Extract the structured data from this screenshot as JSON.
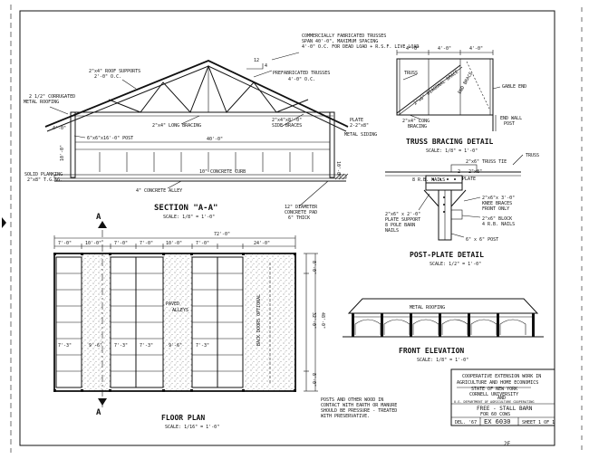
{
  "section": {
    "title": "SECTION \"A-A\"",
    "scale": "SCALE: 1/8\" = 1'-0\"",
    "notes": {
      "trusses_1": "COMMERCIALLY FABRICATED TRUSSES",
      "trusses_2": "SPAN 40'-0\", MAXIMUM SPACING",
      "trusses_3": "4'-0\" O.C. FOR DEAD LOAD + R.S.F. LIVE LOAD",
      "roof_supports_1": "2\"x4\" ROOF SUPPORTS",
      "roof_supports_2": "2'-0\" O.C.",
      "pitch_rise": "12",
      "pitch_run": "4",
      "prefab_1": "PREFABRICATED TRUSSES",
      "prefab_2": "4'-0\" O.C.",
      "corrugated_1": "2 1/2\" CORRUGATED",
      "corrugated_2": "METAL ROOFING",
      "overhang": "4'-0\"",
      "long_bracing": "2\"x4\" LONG BRACING",
      "side_braces_1": "2\"x4\"x8'-0\"",
      "side_braces_2": "SIDE BRACES",
      "plate_1": "PLATE",
      "plate_2": "2-2\"x8\"",
      "post": "6\"x6\"x16'-0\" POST",
      "metal_siding": "METAL SIDING",
      "span": "40'-0\"",
      "right_height": "10'-0\"",
      "left_height": "10'-0\"",
      "curb": "10\" CONCRETE CURB",
      "planking_1": "SOLID PLANKING",
      "planking_2": "2\"x8\" T.G.&G.",
      "concrete_alley": "4\" CONCRETE ALLEY",
      "pad_1": "12\" DIAMETER",
      "pad_2": "CONCRETE PAD",
      "pad_3": "6\" THICK"
    }
  },
  "truss_bracing": {
    "title": "TRUSS BRACING DETAIL",
    "scale": "SCALE: 1/8\" = 1'-0\"",
    "spacings": [
      "4'-0\"",
      "4'-0\"",
      "4'-0\""
    ],
    "truss": "TRUSS",
    "end_brace": "END BRACE",
    "diag_brace": "2\"x6\" DIAGONAL BRACE",
    "gable_end": "GABLE END",
    "long_bracing_1": "2\"x4\" LONG",
    "long_bracing_2": "BRACING",
    "end_wall_1": "END WALL",
    "end_wall_2": "POST"
  },
  "post_plate": {
    "title": "POST-PLATE DETAIL",
    "scale": "SCALE: 1/2\" = 1'-0\"",
    "truss_label": "TRUSS",
    "truss_tie": "2\"x6\" TRUSS TIE",
    "plate_1": "2 - 2\"x8\"",
    "plate_2": "PLATE",
    "nails": "8 R.B. NAILS",
    "knee_1": "2\"x6\"x 3'-0\"",
    "knee_2": "KNEE BRACES",
    "knee_3": "FRONT ONLY",
    "support_1": "2\"x6\" x 2'-0\"",
    "support_2": "PLATE SUPPORT",
    "support_3": "8 POLE BARN",
    "support_4": "NAILS",
    "block_1": "2\"x6\" BLOCK",
    "block_2": "4 R.B. NAILS",
    "post_size": "6\" x 6\" POST"
  },
  "floor_plan": {
    "title": "FLOOR PLAN",
    "scale": "SCALE: 1/16\" = 1'-0\"",
    "section_marker": "A",
    "overall_width": "72'-0\"",
    "top_dims": [
      "7'-0\"",
      "10'-0\"",
      "7'-0\"",
      "7'-0\"",
      "10'-0\"",
      "7'-0\"",
      "24'-0\""
    ],
    "mid_dims": [
      "7'-3\"",
      "9'-6\"",
      "7'-3\"",
      "7'-3\"",
      "9'-6\"",
      "7'-3\""
    ],
    "paved_alleys_1": "PAVED",
    "paved_alleys_2": "ALLEYS",
    "back_doors": "BACK DOORS OPTIONAL",
    "right_dims": [
      "8'-0\"",
      "32'-0\"",
      "8'-0\""
    ],
    "overall_height": "48'-0\"",
    "note_1": "POSTS AND OTHER WOOD IN",
    "note_2": "CONTACT WITH EARTH OR MANURE",
    "note_3": "SHOULD BE PRESSURE - TREATED",
    "note_4": "WITH PRESERVATIVE."
  },
  "front_elevation": {
    "title": "FRONT ELEVATION",
    "scale": "SCALE: 1/8\" = 1'-0\"",
    "roofing": "METAL ROOFING"
  },
  "title_block": {
    "line_1": "COOPERATIVE EXTENSION WORK IN",
    "line_2": "AGRICULTURE AND HOME ECONOMICS",
    "line_3": "STATE OF NEW YORK",
    "line_4": "CORNELL UNIVERSITY",
    "line_5": "AND",
    "line_6": "U.S. DEPARTMENT OF AGRICULTURE COOPERATING",
    "project_1": "FREE - STALL BARN",
    "project_2": "FOR 60 COWS",
    "del": "DEL. '67",
    "ex": "EX 6030",
    "sheet": "SHEET 1 OF 1"
  },
  "page_number": "2E"
}
